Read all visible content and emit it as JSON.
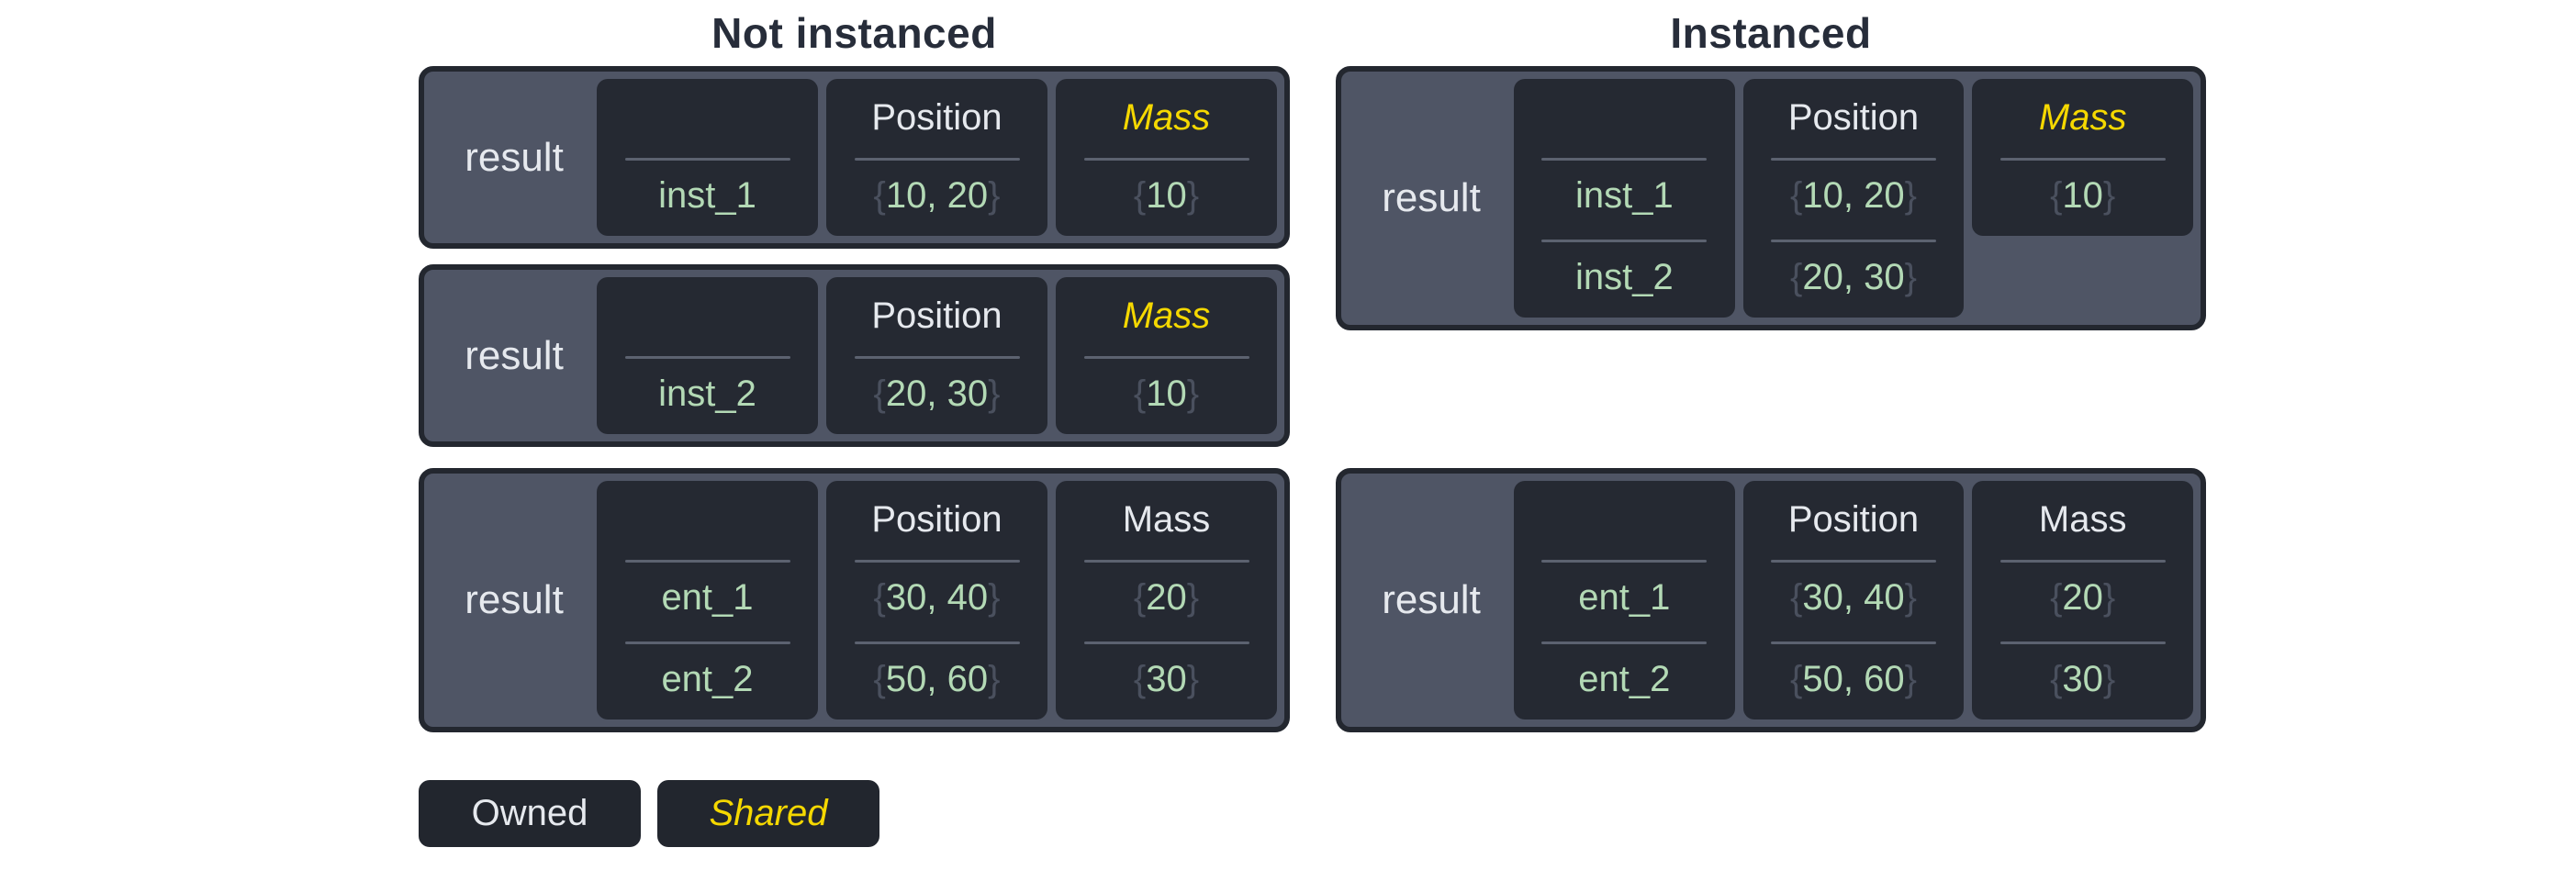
{
  "palette": {
    "page_background": "#ffffff",
    "table_container": "#4f5565",
    "table_border": "#23272f",
    "cell_background": "#252932",
    "divider": "#5c6270",
    "text": "#e6e9ee",
    "value_green": "#b3d9b5",
    "brace_gray": "#4a505e",
    "shared_yellow": "#f5d800",
    "title_text": "#272d3a",
    "legend_background": "#22262e"
  },
  "sections": [
    {
      "title": "Not instanced",
      "tables": [
        {
          "row_label": "result",
          "columns": [
            {
              "header": "",
              "shared": false,
              "values": [
                "inst_1"
              ]
            },
            {
              "header": "Position",
              "shared": false,
              "values": [
                "{10, 20}"
              ]
            },
            {
              "header": "Mass",
              "shared": true,
              "values": [
                "{10}"
              ]
            }
          ]
        },
        {
          "row_label": "result",
          "columns": [
            {
              "header": "",
              "shared": false,
              "values": [
                "inst_2"
              ]
            },
            {
              "header": "Position",
              "shared": false,
              "values": [
                "{20, 30}"
              ]
            },
            {
              "header": "Mass",
              "shared": true,
              "values": [
                "{10}"
              ]
            }
          ]
        },
        {
          "row_label": "result",
          "columns": [
            {
              "header": "",
              "shared": false,
              "values": [
                "ent_1",
                "ent_2"
              ]
            },
            {
              "header": "Position",
              "shared": false,
              "values": [
                "{30, 40}",
                "{50, 60}"
              ]
            },
            {
              "header": "Mass",
              "shared": false,
              "values": [
                "{20}",
                "{30}"
              ]
            }
          ]
        }
      ]
    },
    {
      "title": "Instanced",
      "tables": [
        {
          "row_label": "result",
          "columns": [
            {
              "header": "",
              "shared": false,
              "values": [
                "inst_1",
                "inst_2"
              ]
            },
            {
              "header": "Position",
              "shared": false,
              "values": [
                "{10, 20}",
                "{20, 30}"
              ]
            },
            {
              "header": "Mass",
              "shared": true,
              "values": [
                "{10}"
              ]
            }
          ]
        },
        {
          "row_label": "result",
          "columns": [
            {
              "header": "",
              "shared": false,
              "values": [
                "ent_1",
                "ent_2"
              ]
            },
            {
              "header": "Position",
              "shared": false,
              "values": [
                "{30, 40}",
                "{50, 60}"
              ]
            },
            {
              "header": "Mass",
              "shared": false,
              "values": [
                "{20}",
                "{30}"
              ]
            }
          ]
        }
      ]
    }
  ],
  "legend": {
    "items": [
      {
        "label": "Owned",
        "shared": false
      },
      {
        "label": "Shared",
        "shared": true
      }
    ]
  }
}
